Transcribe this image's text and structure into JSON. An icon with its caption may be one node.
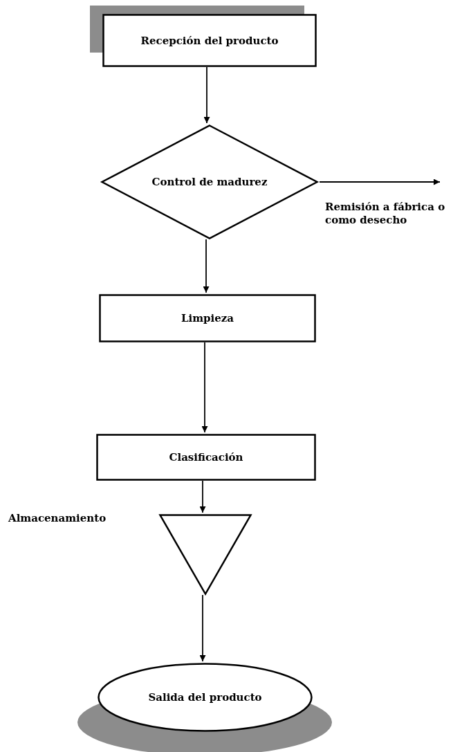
{
  "diagram": {
    "nodes": [
      {
        "text": [
          "Recepción del producto"
        ]
      },
      {
        "text": [
          "Control de madurez"
        ]
      },
      {
        "text": [
          "Limpieza"
        ]
      },
      {
        "text": [
          "Clasificación"
        ]
      },
      {
        "text": [],
        "shape": "triangle"
      },
      {
        "text": [
          "Salida del producto"
        ]
      }
    ],
    "edges": [
      {
        "from": 0,
        "to": 1,
        "arrow": "to"
      },
      {
        "from": 1,
        "to": null,
        "arrow": "to"
      },
      {
        "from": 1,
        "to": 2,
        "arrow": "to"
      },
      {
        "from": 2,
        "to": 3,
        "arrow": "to"
      },
      {
        "from": 3,
        "to": 4,
        "arrow": "to"
      },
      {
        "from": 4,
        "to": 5,
        "arrow": "to"
      }
    ],
    "labels": [
      "Remisión a fábrica o como desecho",
      "Almacenamiento"
    ]
  }
}
